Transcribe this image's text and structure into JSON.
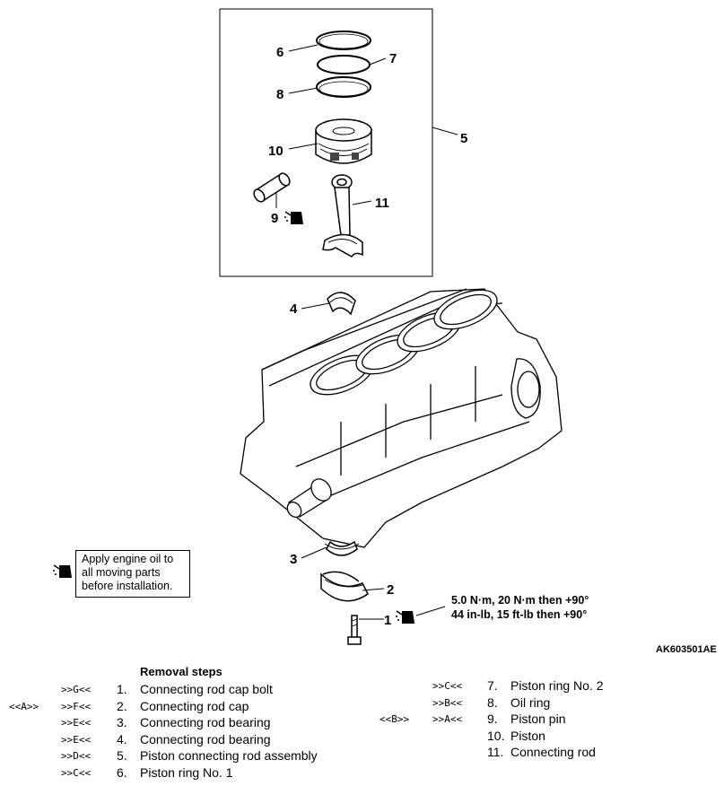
{
  "callouts": {
    "c1": "1",
    "c2": "2",
    "c3": "3",
    "c4": "4",
    "c5": "5",
    "c6": "6",
    "c7": "7",
    "c8": "8",
    "c9": "9",
    "c10": "10",
    "c11": "11"
  },
  "oil_note": {
    "line1": "Apply engine oil to",
    "line2": "all moving parts",
    "line3": "before installation."
  },
  "torque": {
    "line1": "5.0 N·m, 20 N·m then +90°",
    "line2": "44 in-lb, 15 ft-lb then +90°"
  },
  "figure_id": "AK603501AE",
  "steps": {
    "title": "Removal steps",
    "left": [
      {
        "pre": "",
        "mark": ">>G<<",
        "num": "1.",
        "name": "Connecting rod cap bolt"
      },
      {
        "pre": "<<A>>",
        "mark": ">>F<<",
        "num": "2.",
        "name": "Connecting rod cap"
      },
      {
        "pre": "",
        "mark": ">>E<<",
        "num": "3.",
        "name": "Connecting rod bearing"
      },
      {
        "pre": "",
        "mark": ">>E<<",
        "num": "4.",
        "name": "Connecting rod bearing"
      },
      {
        "pre": "",
        "mark": ">>D<<",
        "num": "5.",
        "name": "Piston connecting rod assembly"
      },
      {
        "pre": "",
        "mark": ">>C<<",
        "num": "6.",
        "name": "Piston ring No. 1"
      }
    ],
    "right": [
      {
        "pre": "",
        "mark": ">>C<<",
        "num": "7.",
        "name": "Piston ring No. 2"
      },
      {
        "pre": "",
        "mark": ">>B<<",
        "num": "8.",
        "name": "Oil ring"
      },
      {
        "pre": "<<B>>",
        "mark": ">>A<<",
        "num": "9.",
        "name": "Piston pin"
      },
      {
        "pre": "",
        "mark": "",
        "num": "10.",
        "name": "Piston"
      },
      {
        "pre": "",
        "mark": "",
        "num": "11.",
        "name": "Connecting rod"
      }
    ]
  }
}
